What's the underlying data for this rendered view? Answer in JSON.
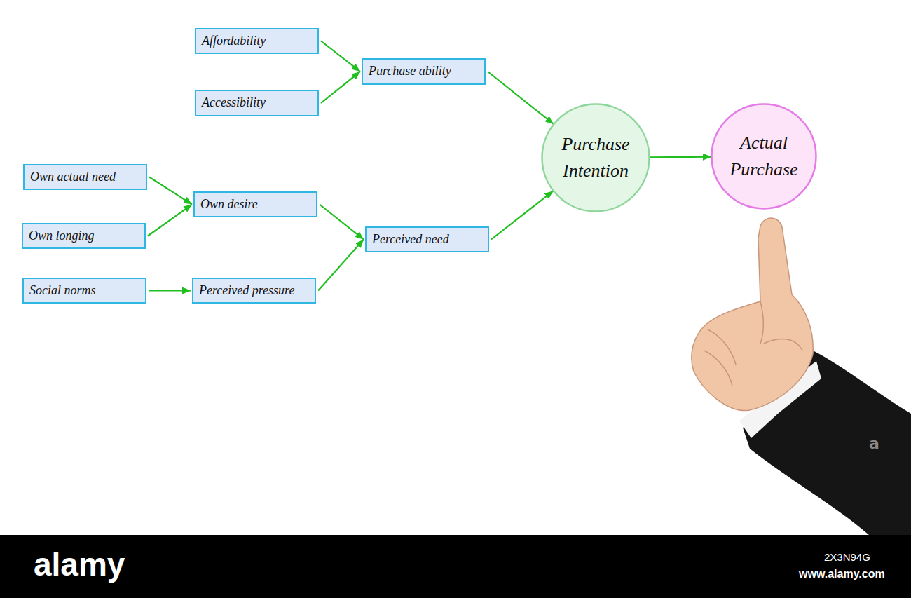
{
  "diagram": {
    "nodes": [
      {
        "text": [
          "Affordability"
        ]
      },
      {
        "text": [
          "Accessibility"
        ]
      },
      {
        "text": [
          "Purchase ability"
        ]
      },
      {
        "text": [
          "Purchase Intention"
        ]
      },
      {
        "text": [
          "Actual Purchase"
        ]
      },
      {
        "text": [
          "Own actual need"
        ]
      },
      {
        "text": [
          "Own desire"
        ]
      },
      {
        "text": [
          "Own longing"
        ]
      },
      {
        "text": [
          "Perceived need"
        ]
      },
      {
        "text": [
          "Social norms"
        ]
      },
      {
        "text": [
          "Perceived pressure"
        ]
      }
    ],
    "edges": [
      {
        "from": 0,
        "to": 2,
        "arrow": "to"
      },
      {
        "from": 1,
        "to": 2,
        "arrow": "to"
      },
      {
        "from": 2,
        "to": 3,
        "arrow": "to"
      },
      {
        "from": 3,
        "to": 4,
        "arrow": "to"
      },
      {
        "from": 5,
        "to": 6,
        "arrow": "to"
      },
      {
        "from": 7,
        "to": 6,
        "arrow": "to"
      },
      {
        "from": 6,
        "to": 8,
        "arrow": "to"
      },
      {
        "from": 10,
        "to": 8,
        "arrow": "to"
      },
      {
        "from": 9,
        "to": 10,
        "arrow": "to"
      },
      {
        "from": 8,
        "to": 3,
        "arrow": "to"
      }
    ],
    "labels": [
      "a",
      "alamy",
      "2X3N94G",
      "www.alamy.com"
    ]
  }
}
